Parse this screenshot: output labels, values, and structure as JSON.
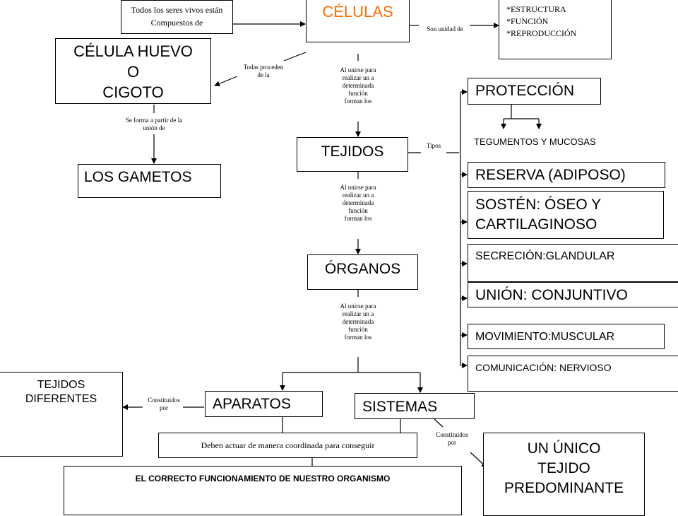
{
  "top": {
    "intro": [
      "Todos los seres vivos están",
      "Compuestos de"
    ],
    "celulas": "CÉLULAS",
    "son_unidad": "Son unidad de",
    "unidad_items": [
      "*ESTRUCTURA",
      "*FUNCIÓN",
      "*REPRODUCCIÓN"
    ]
  },
  "left": {
    "cigoto": [
      "CÉLULA HUEVO",
      "O",
      "CIGOTO"
    ],
    "proceden": [
      "Todas proceden",
      "de la"
    ],
    "forma_partir": [
      "Se forma a partir de la",
      "unión de"
    ],
    "gametos": "LOS GAMETOS"
  },
  "center": {
    "unirse_1": [
      "Al unirse para",
      "realizar un a",
      "determinada",
      "función",
      "forman los"
    ],
    "tejidos": "TEJIDOS",
    "unirse_2": [
      "Al unirse para",
      "realizar un a",
      "determinada",
      "función",
      "forman los"
    ],
    "organos": "ÓRGANOS",
    "unirse_3": [
      "Al unirse para",
      "realizar un a",
      "determinada",
      "función",
      "forman los"
    ],
    "aparatos": "APARATOS",
    "sistemas": "SISTEMAS",
    "constituidos_left": [
      "Constituidos",
      "por"
    ],
    "tejidos_diferentes": [
      "TEJIDOS",
      "DIFERENTES"
    ],
    "constituidos_right": [
      "Constituidos",
      "por"
    ],
    "coordinada": "Deben actuar de manera coordinada para conseguir",
    "funcionamiento": "EL CORRECTO FUNCIONAMIENTO DE NUESTRO ORGANISMO",
    "unico": [
      "UN ÚNICO",
      "TEJIDO",
      "PREDOMINANTE"
    ]
  },
  "tipos": {
    "label": "Tipos",
    "proteccion": "PROTECCIÓN",
    "tegumentos": "TEGUMENTOS Y MUCOSAS",
    "reserva": "RESERVA (ADIPOSO)",
    "sosten": [
      "SOSTÉN: ÓSEO Y",
      "CARTILAGINOSO"
    ],
    "secrecion": "SECRECIÓN:GLANDULAR",
    "union": "UNIÓN: CONJUNTIVO",
    "movimiento": "MOVIMIENTO:MUSCULAR",
    "comunicacion": "COMUNICACIÓN: NERVIOSO"
  },
  "colors": {
    "accent": "#ff6a00"
  }
}
